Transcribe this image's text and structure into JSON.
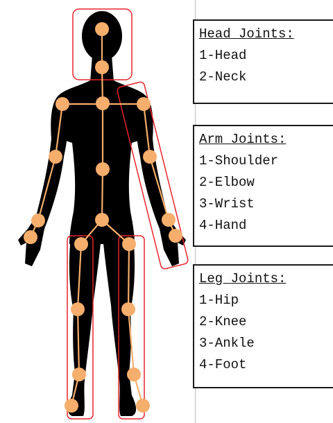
{
  "colors": {
    "silhouette": "#000000",
    "joint": "#f6ae6c",
    "bone": "#f6ae6c",
    "outline": "#e8242b"
  },
  "head_box": {
    "title": "Head Joints:",
    "items": [
      "1-Head",
      "2-Neck"
    ]
  },
  "arm_box": {
    "title": "Arm Joints:",
    "items": [
      "1-Shoulder",
      "2-Elbow",
      "3-Wrist",
      "4-Hand"
    ]
  },
  "leg_box": {
    "title": "Leg Joints:",
    "items": [
      "1-Hip",
      "2-Knee",
      "3-Ankle",
      "4-Foot"
    ]
  }
}
